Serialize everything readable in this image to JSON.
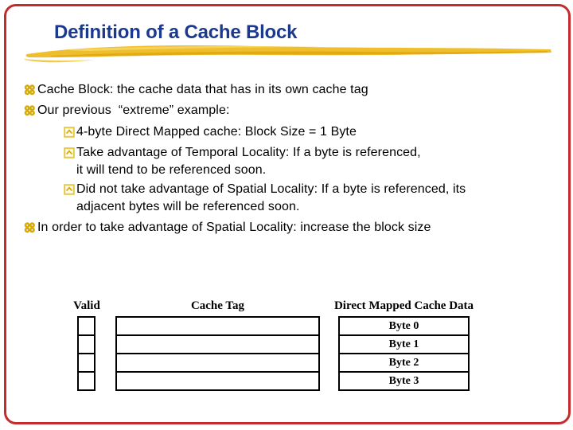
{
  "slide": {
    "title": "Definition of a Cache Block",
    "colors": {
      "title_navy": "#1B3A8F",
      "brush_gold": "#EFBE2C",
      "bullet_gold": "#D7AC0A",
      "frame_red": "#C42B2B"
    },
    "icons": {
      "level1_bullet": "clover-rings-icon",
      "level2_bullet": "caret-box-icon"
    },
    "lines": [
      {
        "level": 1,
        "text": "Cache Block: the cache data that has in its own cache tag"
      },
      {
        "level": 1,
        "text": "Our previous  “extreme” example:"
      },
      {
        "level": 2,
        "text": "4-byte Direct Mapped cache: Block Size = 1 Byte"
      },
      {
        "level": 2,
        "text": "Take advantage of Temporal Locality: If a byte is referenced,"
      },
      {
        "level": "cont",
        "text": "it will tend to be referenced soon."
      },
      {
        "level": 2,
        "text": "Did not take advantage of Spatial Locality: If a byte is referenced, its"
      },
      {
        "level": "cont",
        "text": "adjacent bytes will be referenced soon."
      },
      {
        "level": 1,
        "text": "In order to take advantage of Spatial Locality: increase the block size"
      }
    ],
    "diagram": {
      "valid_label": "Valid",
      "tag_label": "Cache Tag",
      "data_label": "Direct Mapped Cache Data",
      "rows": 4,
      "bytes": [
        "Byte 0",
        "Byte 1",
        "Byte 2",
        "Byte 3"
      ]
    }
  }
}
